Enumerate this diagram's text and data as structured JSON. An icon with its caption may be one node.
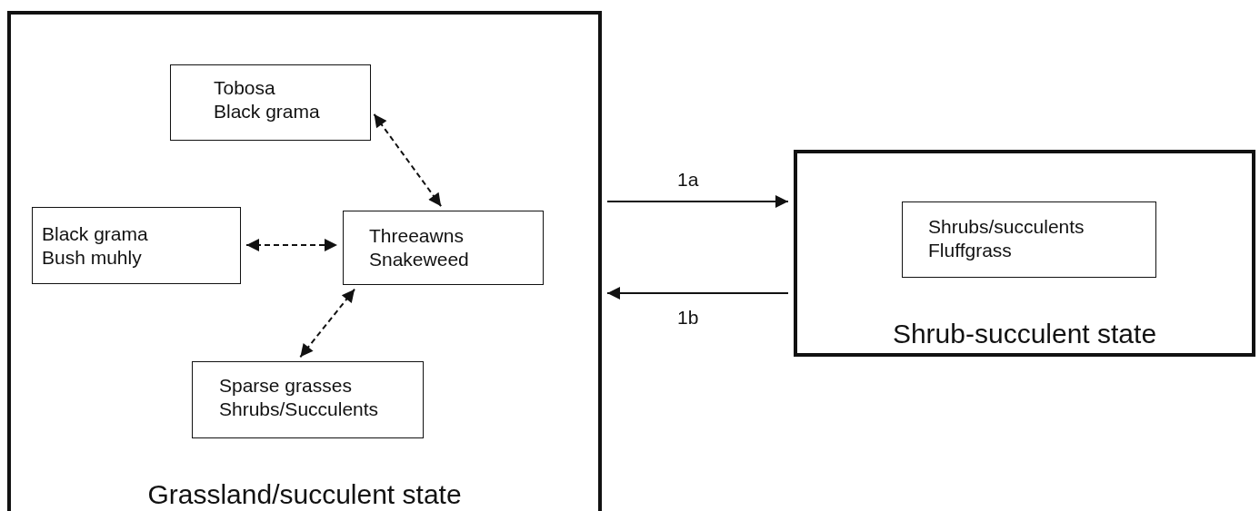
{
  "diagram": {
    "nodes": [
      {
        "text": [
          "Grassland/succulent state"
        ]
      },
      {
        "text": [
          "Tobosa",
          "Black grama"
        ],
        "in": 0
      },
      {
        "text": [
          "Black grama",
          "Bush muhly"
        ],
        "in": 0
      },
      {
        "text": [
          "Threeawns",
          "Snakeweed"
        ],
        "in": 0
      },
      {
        "text": [
          "Sparse grasses",
          "Shrubs/Succulents"
        ],
        "in": 0
      },
      {
        "text": [
          "Shrub-succulent state"
        ]
      },
      {
        "text": [
          "Shrubs/succulents",
          "Fluffgrass"
        ],
        "in": 5
      }
    ],
    "edges": [
      {
        "from": 1,
        "to": 3,
        "arrow": "both",
        "style": "dashed"
      },
      {
        "from": 2,
        "to": 3,
        "arrow": "both",
        "style": "dashed"
      },
      {
        "from": 3,
        "to": 4,
        "arrow": "both",
        "style": "dashed"
      },
      {
        "from": 0,
        "to": 5,
        "arrow": "to",
        "label": "1a"
      },
      {
        "from": 5,
        "to": 0,
        "arrow": "to",
        "label": "1b"
      }
    ]
  }
}
